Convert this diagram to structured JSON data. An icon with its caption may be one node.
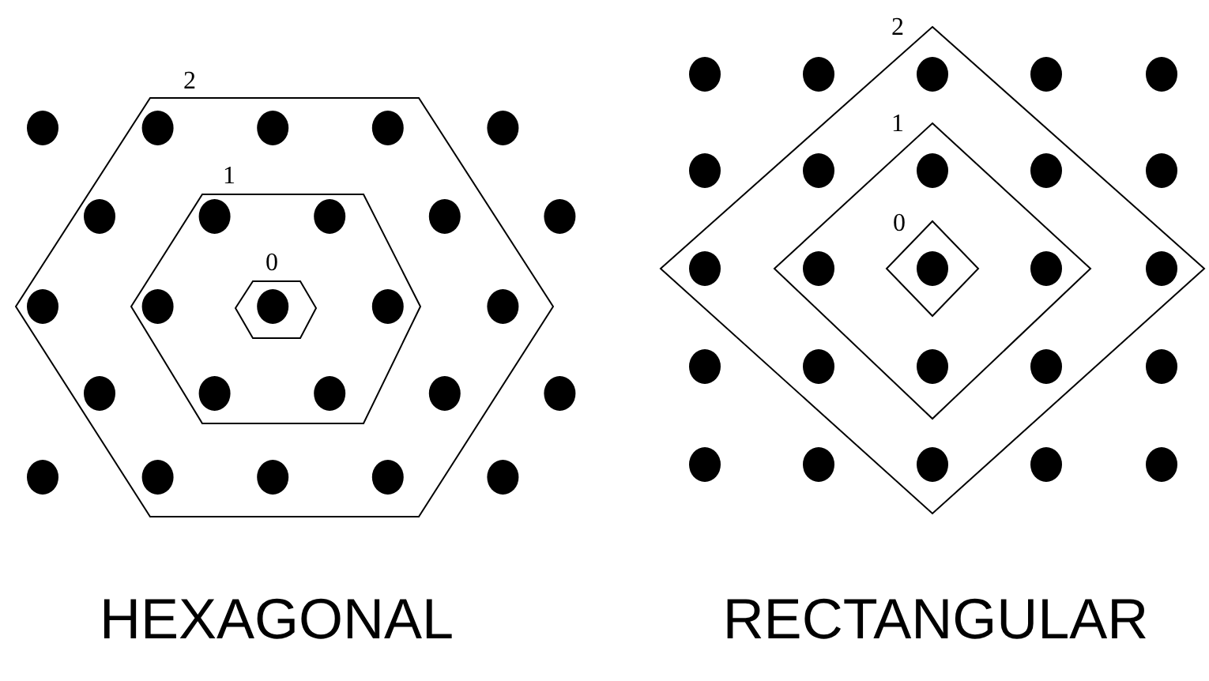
{
  "diagram": {
    "nodes": [
      {
        "text": [
          "2"
        ]
      },
      {
        "text": [
          "1"
        ],
        "in": 0
      },
      {
        "text": [
          "0"
        ],
        "in": 1
      },
      {
        "text": [
          "2"
        ]
      },
      {
        "text": [
          "1"
        ],
        "in": 3
      },
      {
        "text": [
          "0"
        ],
        "in": 4
      }
    ],
    "labels": [
      "HEXAGONAL",
      "RECTANGULAR"
    ]
  }
}
